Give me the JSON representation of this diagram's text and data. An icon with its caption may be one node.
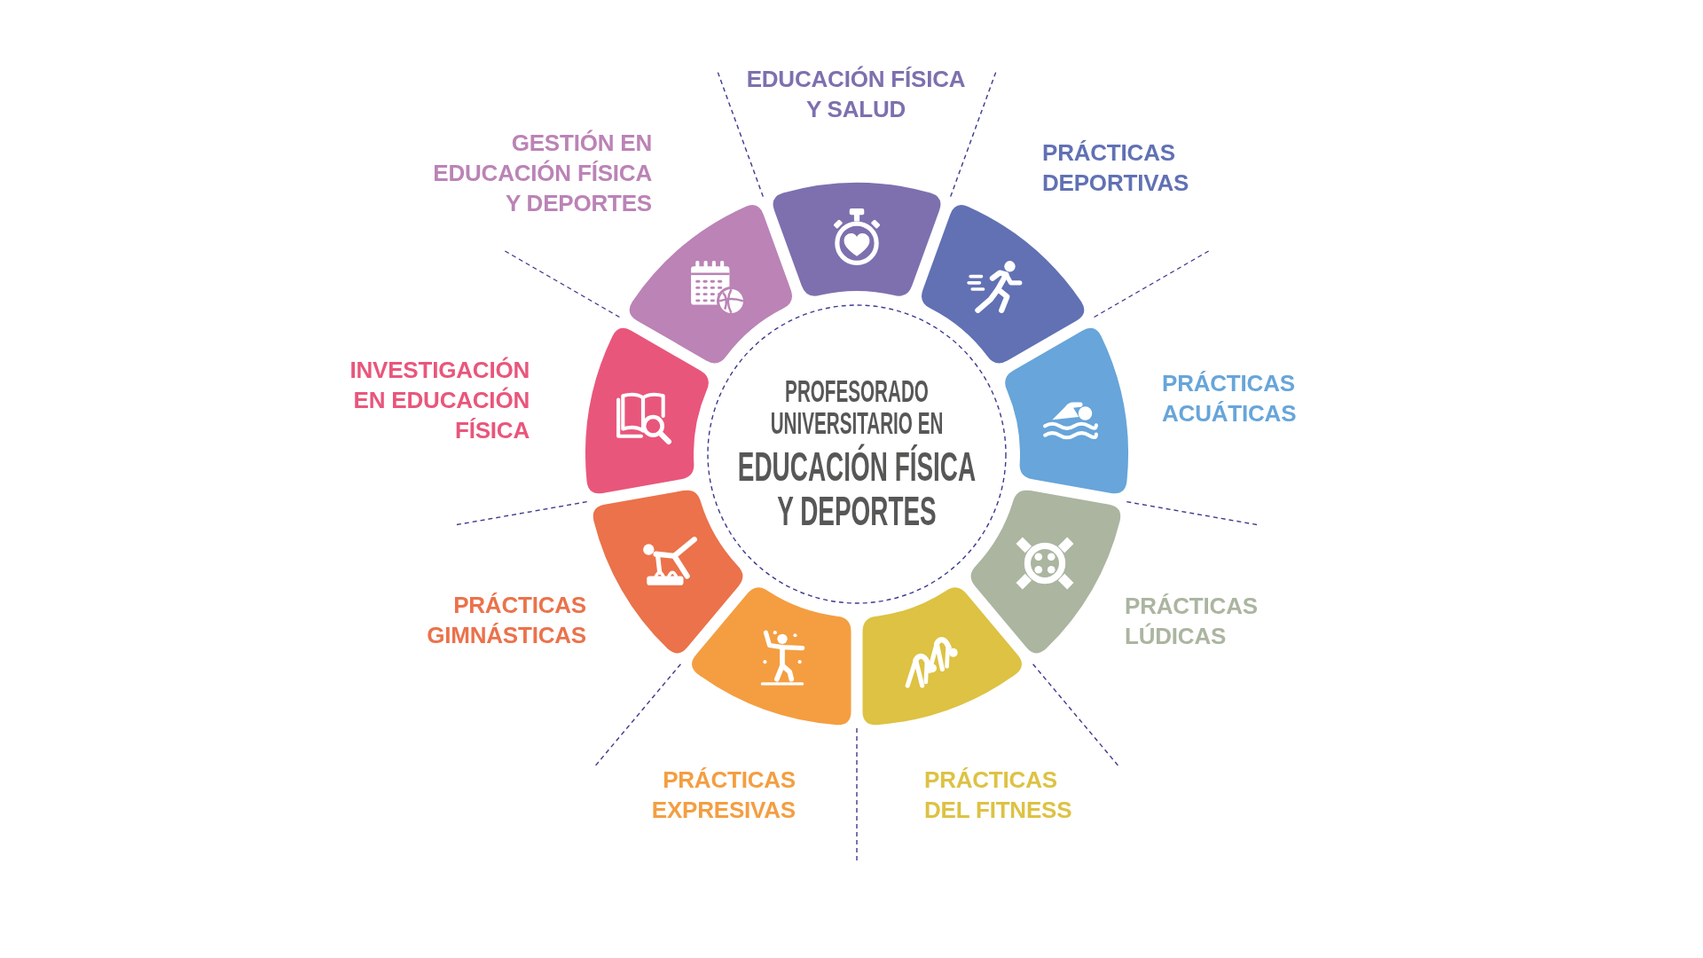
{
  "diagram": {
    "nodes": [
      {
        "text": [
          "PROFESORADO UNIVERSITARIO EN",
          "EDUCACIÓN FÍSICA Y DEPORTES"
        ]
      },
      {
        "text": [
          "EDUCACIÓN FÍSICA Y SALUD"
        ]
      },
      {
        "text": [
          "PRÁCTICAS DEPORTIVAS"
        ]
      },
      {
        "text": [
          "PRÁCTICAS ACUÁTICAS"
        ]
      },
      {
        "text": [
          "PRÁCTICAS LÚDICAS"
        ]
      },
      {
        "text": [
          "PRÁCTICAS DEL FITNESS"
        ]
      },
      {
        "text": [
          "PRÁCTICAS EXPRESIVAS"
        ]
      },
      {
        "text": [
          "PRÁCTICAS GIMNÁSTICAS"
        ]
      },
      {
        "text": [
          "INVESTIGACIÓN EN EDUCACIÓN FÍSICA"
        ]
      },
      {
        "text": [
          "GESTIÓN EN EDUCACIÓN FÍSICA Y DEPORTES"
        ]
      }
    ]
  }
}
